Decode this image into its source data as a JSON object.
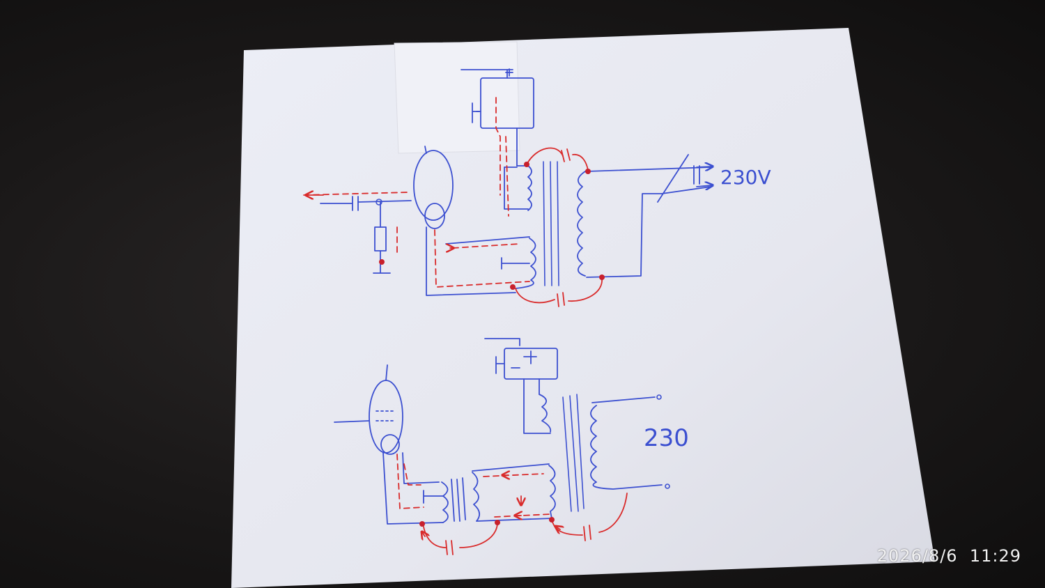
{
  "photo": {
    "timestamp": "2026/8/6  11:29",
    "subject": "hand-drawn-circuit-sketch",
    "sketch": {
      "top": {
        "voltage_label": "230V"
      },
      "bottom": {
        "voltage_label": "230"
      }
    },
    "ink_colors": {
      "wire": "#3b4fd0",
      "signal_path": "#d92a2a"
    },
    "paper_color": "#e9eaf1",
    "background_color": "#1c1a1a"
  }
}
